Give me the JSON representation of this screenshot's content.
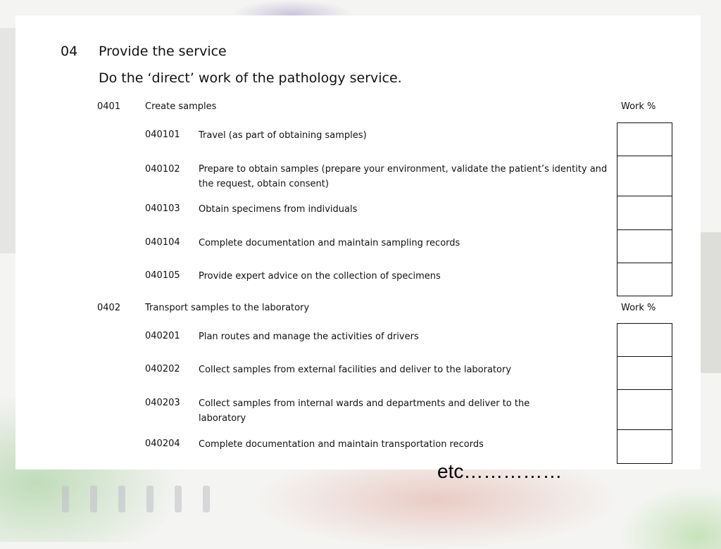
{
  "section": {
    "number": "04",
    "title": "Provide the service",
    "description": "Do the ‘direct’ work of the pathology service."
  },
  "subsections": [
    {
      "code": "0401",
      "title": "Create samples",
      "work_label": "Work %",
      "items": [
        {
          "code": "040101",
          "text": "Travel (as part of obtaining samples)",
          "work_value": ""
        },
        {
          "code": "040102",
          "text": "Prepare to obtain samples (prepare your environment, validate the patient’s identity and the request, obtain consent)",
          "work_value": ""
        },
        {
          "code": "040103",
          "text": "Obtain specimens from individuals",
          "work_value": ""
        },
        {
          "code": "040104",
          "text": "Complete documentation and maintain sampling records",
          "work_value": ""
        },
        {
          "code": "040105",
          "text": "Provide expert advice on the collection of specimens",
          "work_value": ""
        }
      ]
    },
    {
      "code": "0402",
      "title": "Transport samples to the laboratory",
      "work_label": "Work %",
      "items": [
        {
          "code": "040201",
          "text": "Plan routes and manage the activities of drivers",
          "work_value": ""
        },
        {
          "code": "040202",
          "text": "Collect samples from external facilities and deliver to the laboratory",
          "work_value": ""
        },
        {
          "code": "040203",
          "text": "Collect samples from internal wards and departments and deliver to the laboratory",
          "work_value": ""
        },
        {
          "code": "040204",
          "text": "Complete documentation and maintain transportation records",
          "work_value": ""
        }
      ]
    }
  ],
  "footer_note": "etc……………"
}
